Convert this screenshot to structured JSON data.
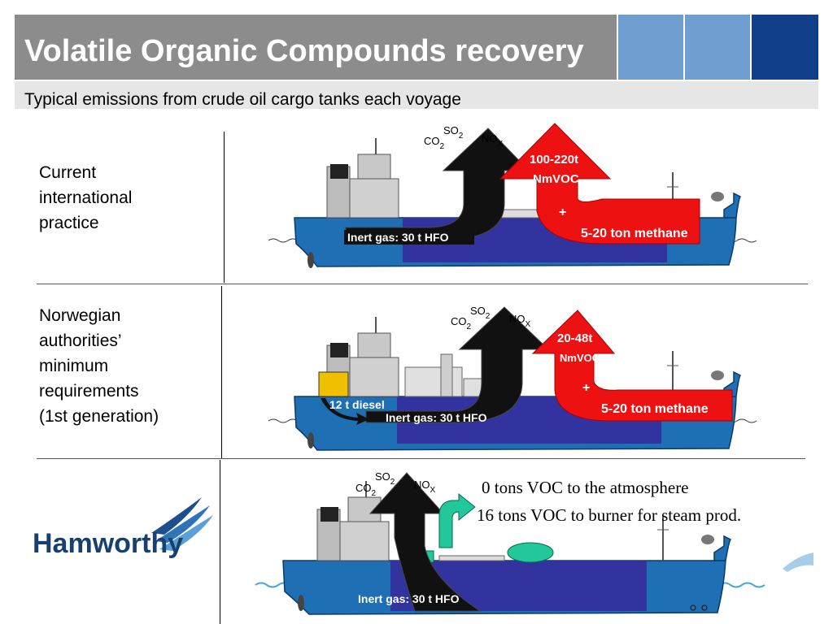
{
  "header": {
    "title": "Volatile Organic Compounds recovery",
    "subtitle": "Typical emissions from crude oil cargo tanks each voyage"
  },
  "colors": {
    "header_bg": "#8c8c8c",
    "hull_blue": "#1f6fb5",
    "cargo_purple": "#3333a0",
    "voc_red": "#ee1111",
    "exhaust_black": "#111111",
    "recovery_green": "#22c79a"
  },
  "rows": [
    {
      "label": [
        "Current",
        "international",
        "practice"
      ],
      "emissions": {
        "co2": "CO",
        "co2_sub": "2",
        "so2": "SO",
        "so2_sub": "2",
        "nox": "NO",
        "nox_sub": "X"
      },
      "voc": {
        "line1": "100-220t",
        "line2": "NmVOC",
        "plus": "+",
        "methane": "5-20 ton methane"
      },
      "inert_gas": "Inert gas: 30 t HFO"
    },
    {
      "label": [
        "Norwegian",
        "authorities’",
        "minimum",
        "requirements",
        "(1st generation)"
      ],
      "emissions": {
        "co2": "CO",
        "co2_sub": "2",
        "so2": "SO",
        "so2_sub": "2",
        "nox": "NO",
        "nox_sub": "X"
      },
      "voc": {
        "line1": "20-48t",
        "line2": "NmVOC",
        "plus": "+",
        "methane": "5-20 ton methane"
      },
      "diesel": "12 t diesel",
      "inert_gas": "Inert gas: 30 t HFO"
    },
    {
      "logo": "Hamworthy",
      "emissions": {
        "co2": "CO",
        "co2_sub": "2",
        "so2": "SO",
        "so2_sub": "2",
        "nox": "NO",
        "nox_sub": "X"
      },
      "result_line1": "0 tons VOC  to the atmosphere",
      "result_line2": "16 tons VOC to burner for steam prod.",
      "inert_gas": "Inert gas: 30 t HFO"
    }
  ]
}
